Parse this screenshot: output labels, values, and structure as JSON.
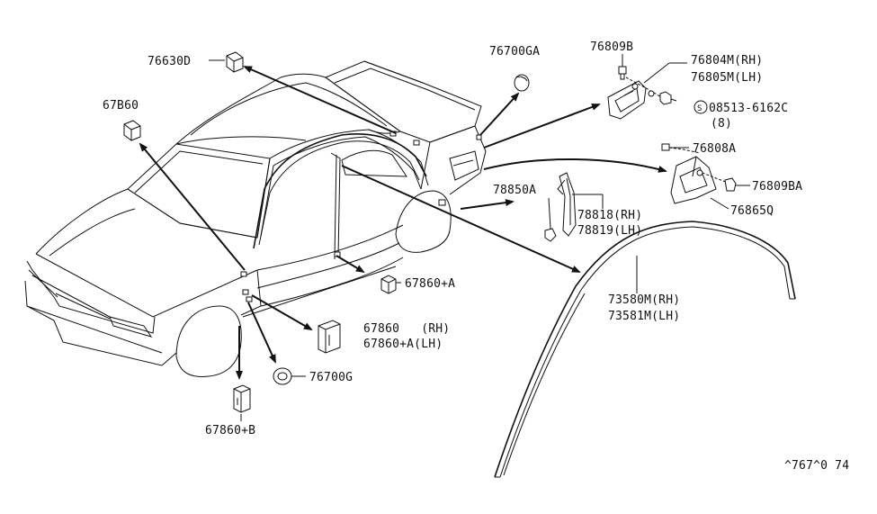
{
  "labels": {
    "p76630D": "76630D",
    "p67860_top": "67B60",
    "p76700GA": "76700GA",
    "p76809B": "76809B",
    "p76804M": "76804M(RH)",
    "p76805M": "76805M(LH)",
    "p08513": "08513-6162C",
    "p08513_qty": "(8)",
    "p08513_s": "S",
    "p76808A": "76808A",
    "p76809BA": "76809BA",
    "p76865Q": "76865Q",
    "p78850A": "78850A",
    "p78818": "78818(RH)",
    "p78819": "78819(LH)",
    "p67860A_mid": "67860+A",
    "p67860_rh": "67860   (RH)",
    "p67860A_lh": "67860+A(LH)",
    "p76700G": "76700G",
    "p73580M": "73580M(RH)",
    "p73581M": "73581M(LH)",
    "p67860B": "67860+B",
    "catalog_ref": "^767^0 74"
  },
  "colors": {
    "ink": "#111111",
    "background": "#ffffff"
  }
}
